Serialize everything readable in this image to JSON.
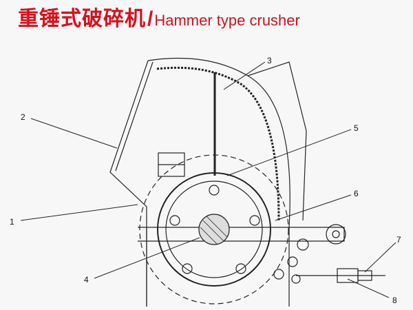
{
  "title": {
    "chinese": "重锤式破碎机",
    "separator": "/",
    "english": "Hammer type crusher",
    "color": "#d8101c"
  },
  "labels": [
    "1",
    "2",
    "3",
    "4",
    "5",
    "6",
    "7",
    "8"
  ]
}
